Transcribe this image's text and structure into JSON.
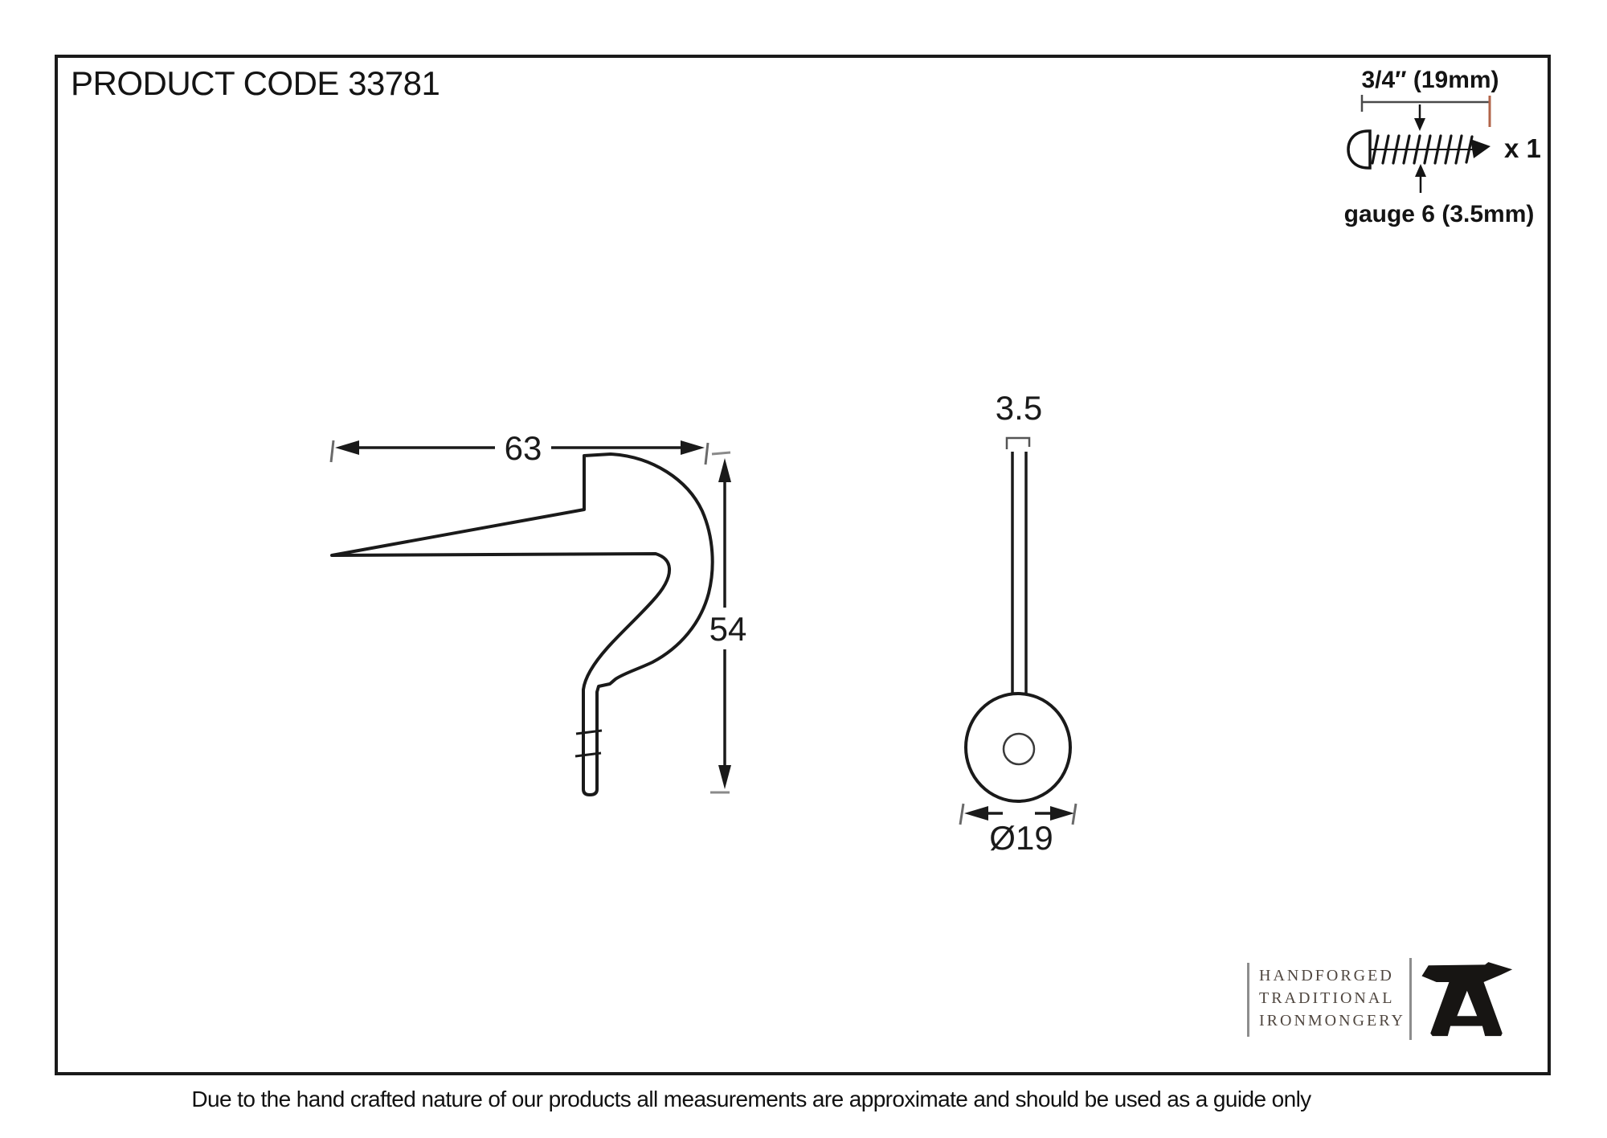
{
  "title": "PRODUCT CODE 33781",
  "side_view": {
    "width_label": "63",
    "height_label": "54"
  },
  "front_view": {
    "thickness_label": "3.5",
    "diameter_label": "Ø19"
  },
  "screw": {
    "length_label": "3/4″ (19mm)",
    "gauge_label": "gauge 6 (3.5mm)",
    "quantity_label": "x 1"
  },
  "logo": {
    "line1": "HANDFORGED",
    "line2": "TRADITIONAL",
    "line3": "IRONMONGERY"
  },
  "disclaimer": "Due to the hand crafted nature of our products all measurements are approximate and should be used as a guide only",
  "colors": {
    "ink": "#1a1a1a",
    "dimension_line": "#4a4a4a",
    "extension_tick": "#8a8a8a",
    "accent_extension": "#b2654a",
    "logo_text": "#4f463f"
  }
}
